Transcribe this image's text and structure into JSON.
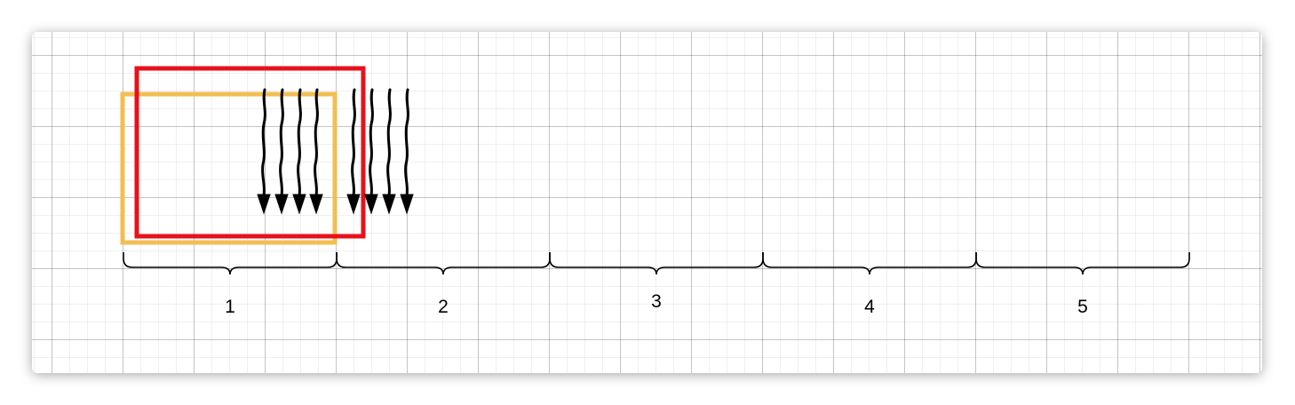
{
  "diagram": {
    "segments": [
      {
        "label": "1"
      },
      {
        "label": "2"
      },
      {
        "label": "3"
      },
      {
        "label": "4"
      },
      {
        "label": "5"
      }
    ],
    "boxes": [
      {
        "name": "orange-box",
        "color": "#F2BE53"
      },
      {
        "name": "red-box",
        "color": "#E8101A"
      }
    ],
    "arrow_groups": [
      {
        "name": "arrow-group-left",
        "count": 4
      },
      {
        "name": "arrow-group-right",
        "count": 4
      }
    ]
  }
}
